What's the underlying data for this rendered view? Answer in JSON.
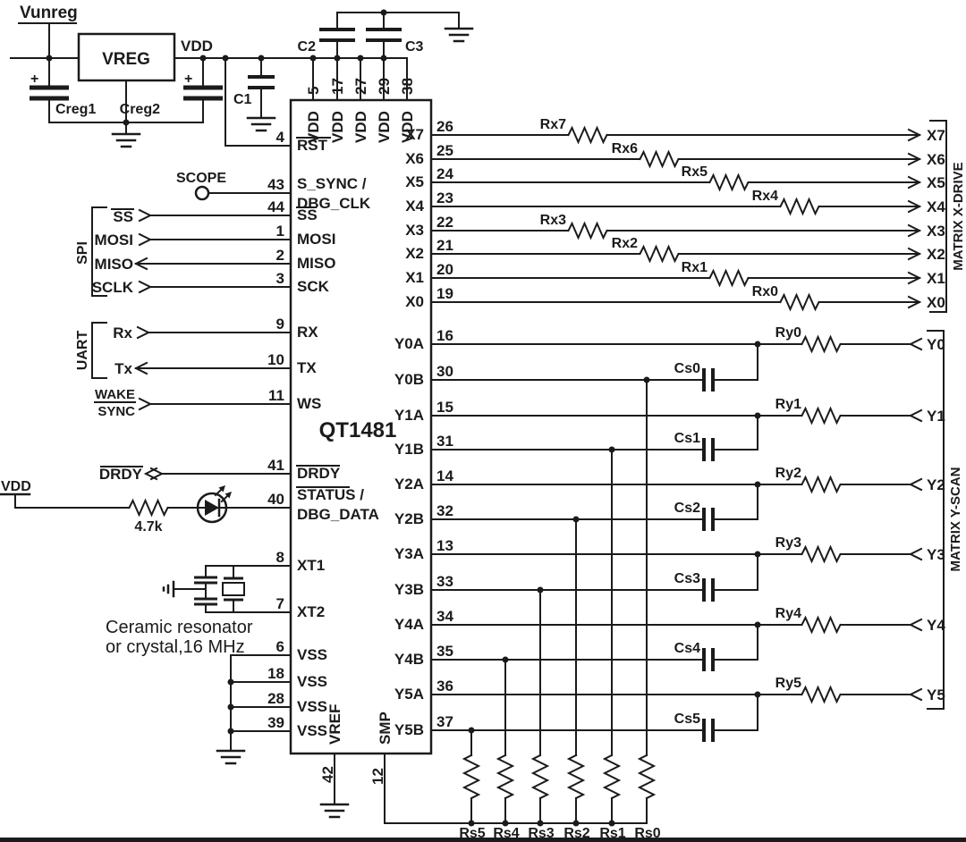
{
  "colors": {
    "ink": "#1b1b1b",
    "background": "#ffffff"
  },
  "power": {
    "vunreg": "Vunreg",
    "vreg": "VREG",
    "vdd_rail": "VDD",
    "plus": "+",
    "creg1": "Creg1",
    "creg2": "Creg2",
    "c1": "C1",
    "c2": "C2",
    "c3": "C3"
  },
  "chip": {
    "name": "QT1481",
    "vdd_pins": {
      "label": "VDD",
      "nums": [
        "5",
        "17",
        "27",
        "29",
        "38"
      ]
    },
    "left": [
      {
        "num": "4",
        "name": "RST",
        "overline": true
      },
      {
        "num": "43",
        "name": "S_SYNC /",
        "name2": "DBG_CLK"
      },
      {
        "num": "44",
        "name": "SS",
        "overline": true
      },
      {
        "num": "1",
        "name": "MOSI"
      },
      {
        "num": "2",
        "name": "MISO"
      },
      {
        "num": "3",
        "name": "SCK"
      },
      {
        "num": "9",
        "name": "RX"
      },
      {
        "num": "10",
        "name": "TX"
      },
      {
        "num": "11",
        "name": "WS"
      },
      {
        "num": "41",
        "name": "DRDY",
        "overline": true
      },
      {
        "num": "40",
        "name": "STATUS /",
        "name2": "DBG_DATA",
        "overline": true
      },
      {
        "num": "8",
        "name": "XT1"
      },
      {
        "num": "7",
        "name": "XT2"
      },
      {
        "num": "6",
        "name": "VSS"
      },
      {
        "num": "18",
        "name": "VSS"
      },
      {
        "num": "28",
        "name": "VSS"
      },
      {
        "num": "39",
        "name": "VSS"
      }
    ],
    "bottom": [
      {
        "num": "42",
        "name": "VREF"
      },
      {
        "num": "12",
        "name": "SMP"
      }
    ],
    "x_pins": [
      {
        "num": "26",
        "name": "X7"
      },
      {
        "num": "25",
        "name": "X6"
      },
      {
        "num": "24",
        "name": "X5"
      },
      {
        "num": "23",
        "name": "X4"
      },
      {
        "num": "22",
        "name": "X3"
      },
      {
        "num": "21",
        "name": "X2"
      },
      {
        "num": "20",
        "name": "X1"
      },
      {
        "num": "19",
        "name": "X0"
      }
    ],
    "y_pins": [
      {
        "num": "16",
        "name": "Y0A"
      },
      {
        "num": "30",
        "name": "Y0B"
      },
      {
        "num": "15",
        "name": "Y1A"
      },
      {
        "num": "31",
        "name": "Y1B"
      },
      {
        "num": "14",
        "name": "Y2A"
      },
      {
        "num": "32",
        "name": "Y2B"
      },
      {
        "num": "13",
        "name": "Y3A"
      },
      {
        "num": "33",
        "name": "Y3B"
      },
      {
        "num": "34",
        "name": "Y4A"
      },
      {
        "num": "35",
        "name": "Y4B"
      },
      {
        "num": "36",
        "name": "Y5A"
      },
      {
        "num": "37",
        "name": "Y5B"
      }
    ]
  },
  "left_io": {
    "scope": "SCOPE",
    "spi": {
      "label": "SPI",
      "signals": [
        "SS",
        "MOSI",
        "MISO",
        "SCLK"
      ]
    },
    "uart": {
      "label": "UART",
      "signals": [
        "Rx",
        "Tx"
      ]
    },
    "wake": {
      "top": "WAKE",
      "bottom": "SYNC"
    },
    "drdy": "DRDY",
    "vdd": "VDD",
    "r_led": "4.7k",
    "resonator_line1": "Ceramic resonator",
    "resonator_line2": "or crystal,16 MHz"
  },
  "x_drive": {
    "resistors": [
      "Rx7",
      "Rx6",
      "Rx5",
      "Rx4",
      "Rx3",
      "Rx2",
      "Rx1",
      "Rx0"
    ],
    "outputs": [
      "X7",
      "X6",
      "X5",
      "X4",
      "X3",
      "X2",
      "X1",
      "X0"
    ],
    "bracket": "MATRIX X-DRIVE"
  },
  "y_scan": {
    "caps": [
      "Cs0",
      "Cs1",
      "Cs2",
      "Cs3",
      "Cs4",
      "Cs5"
    ],
    "resistors": [
      "Ry0",
      "Ry1",
      "Ry2",
      "Ry3",
      "Ry4",
      "Ry5"
    ],
    "outputs": [
      "Y0",
      "Y1",
      "Y2",
      "Y3",
      "Y4",
      "Y5"
    ],
    "sample_resistors": [
      "Rs5",
      "Rs4",
      "Rs3",
      "Rs2",
      "Rs1",
      "Rs0"
    ],
    "bracket": "MATRIX Y-SCAN"
  }
}
